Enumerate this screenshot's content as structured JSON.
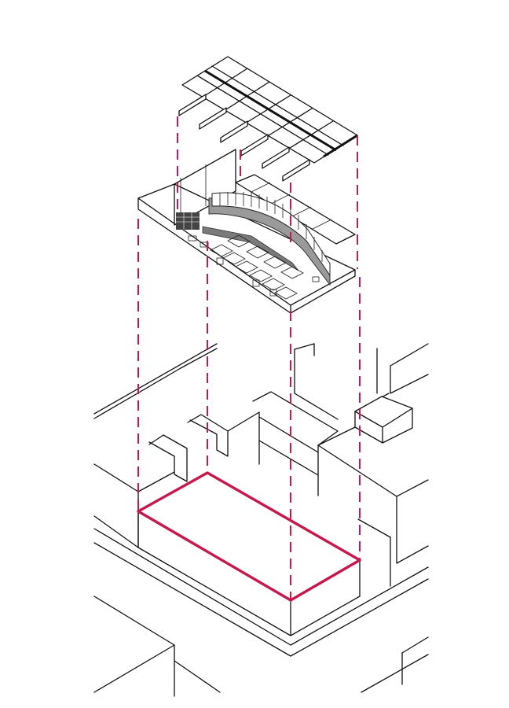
{
  "diagram": {
    "type": "exploded-axonometric",
    "layers": [
      {
        "id": "roof-structure",
        "components": [
          "roof-grid",
          "roof-beams"
        ]
      },
      {
        "id": "interior-fitout",
        "components": [
          "interior-shell",
          "curved-wall",
          "furniture"
        ]
      },
      {
        "id": "site-context",
        "components": [
          "context-buildings",
          "site-footprint"
        ]
      }
    ]
  },
  "colors": {
    "highlight": "#c8174a",
    "linework": "#111111",
    "shade": "#8a8a8a",
    "background": "#ffffff"
  }
}
